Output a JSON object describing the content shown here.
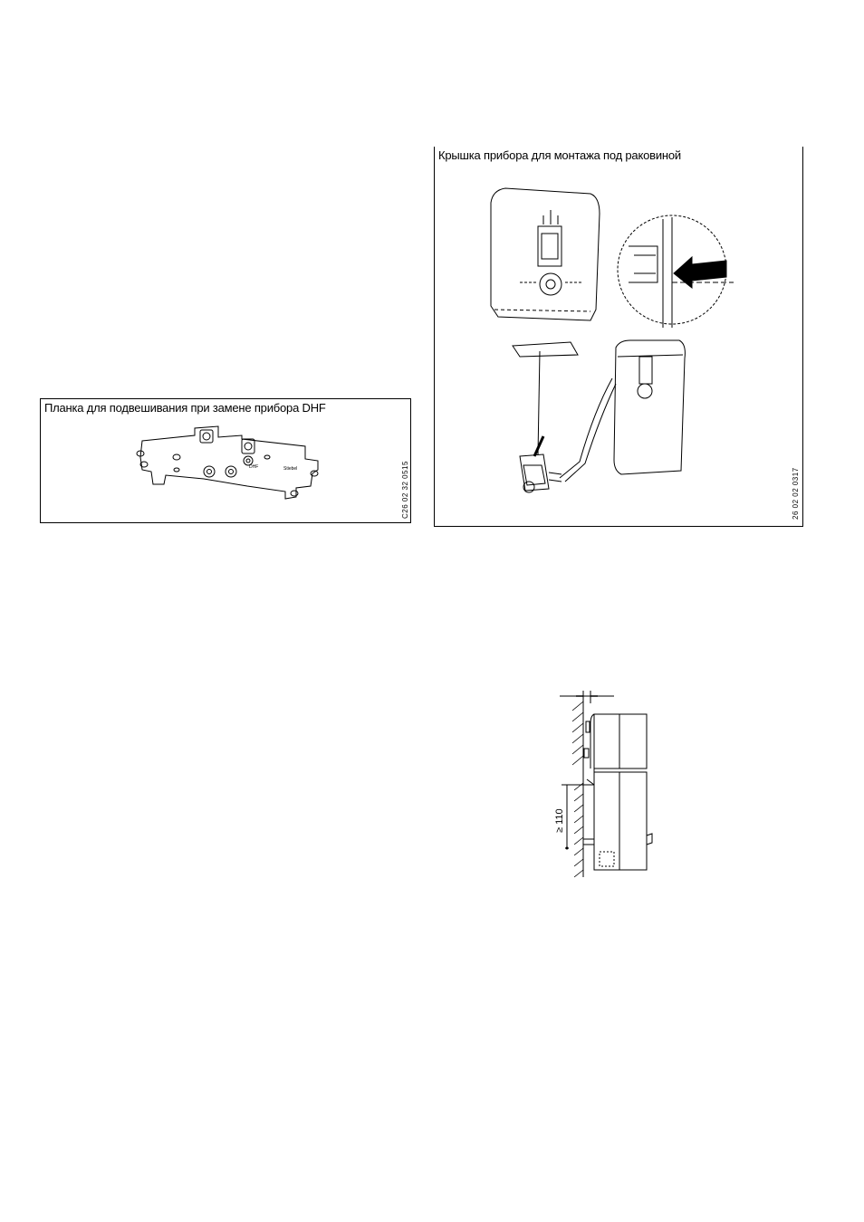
{
  "figure_left": {
    "caption": "Планка для подвешивания при замене прибора DHF",
    "code": "C26 02 32 0515"
  },
  "figure_right": {
    "caption": "Крышка прибора для монтажа под раковиной",
    "code": "26 02 02 0317"
  },
  "figure_bottom": {
    "dimension_label": "≥ 110"
  }
}
